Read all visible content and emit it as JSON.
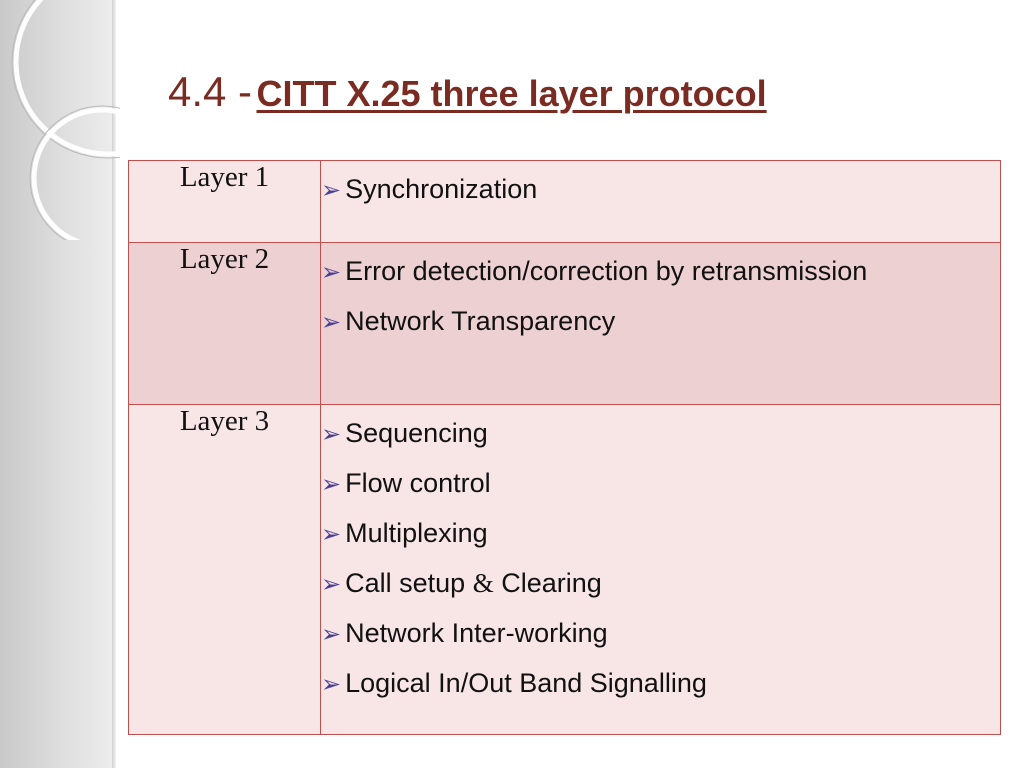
{
  "slide": {
    "title_prefix": "4.4 -",
    "title_main": "CITT X.25 three layer protocol"
  },
  "table": {
    "bullet_glyph": "➢",
    "rows": [
      {
        "layer": "Layer 1",
        "items": [
          "Synchronization"
        ]
      },
      {
        "layer": "Layer 2",
        "items": [
          "Error detection/correction by retransmission",
          "Network Transparency"
        ]
      },
      {
        "layer": "Layer 3",
        "items": [
          "Sequencing",
          "Flow control",
          "Multiplexing",
          "Call setup",
          "Network Inter-working",
          "Logical In/Out Band Signalling"
        ],
        "call_setup_amp": "&",
        "call_setup_rest": "Clearing"
      }
    ]
  },
  "colors": {
    "title": "#7a2b22",
    "border": "#c0504d",
    "row_light": "#f8e6e7",
    "row_dark": "#edd0d2",
    "bullet": "#4d3f95"
  }
}
